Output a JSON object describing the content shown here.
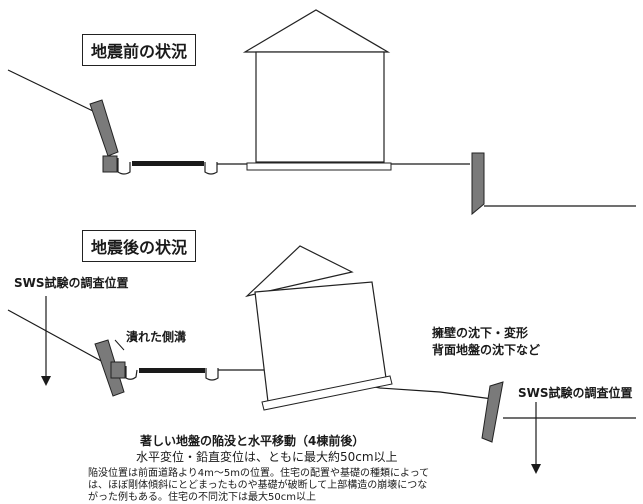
{
  "before": {
    "title": "地震前の状況"
  },
  "after": {
    "title": "地震後の状況"
  },
  "labels": {
    "sws_left": "SWS試験の調査位置",
    "sws_right": "SWS試験の調査位置",
    "ditch": "潰れた側溝",
    "wall_line1": "擁壁の沈下・変形",
    "wall_line2": "背面地盤の沈下など"
  },
  "caption": {
    "line1": "著しい地盤の陥没と水平移動（4棟前後）",
    "line2": "水平変位・鉛直変位は、ともに最大約50cm以上",
    "line3": "陥没位置は前面道路より4m～5mの位置。住宅の配置や基礎の種類によって",
    "line4": "は、ほぼ剛体傾斜にとどまったものや基礎が破断して上部構造の崩壊につな",
    "line5": "がった例もある。住宅の不同沈下は最大50cm以上"
  },
  "colors": {
    "wall_fill": "#7a7a7a",
    "line": "#1a1a1a"
  }
}
